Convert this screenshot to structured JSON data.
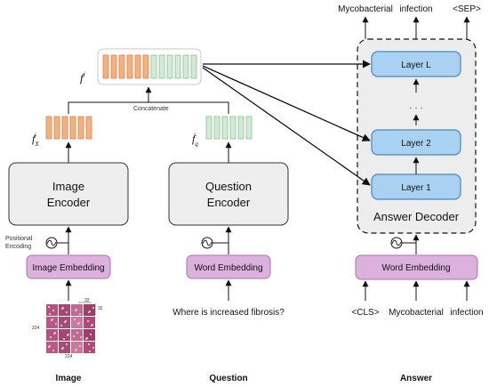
{
  "features": {
    "fused": "f",
    "fused_sup": "i",
    "image_feat": "f",
    "image_sub": "X",
    "image_sup": "i",
    "question_feat": "f",
    "question_sub": "q",
    "question_sup": "i",
    "concatenate": "Concatenate"
  },
  "image_branch": {
    "encoder_line1": "Image",
    "encoder_line2": "Encoder",
    "positional_line1": "Positional",
    "positional_line2": "Encoding",
    "embedding": "Image Embedding",
    "patch_size": "32",
    "patch_size_v": "32",
    "img_height": "224",
    "img_width": "224",
    "section": "Image"
  },
  "question_branch": {
    "encoder_line1": "Question",
    "encoder_line2": "Encoder",
    "embedding": "Word Embedding",
    "input": "Where is increased fibrosis?",
    "section": "Question"
  },
  "answer_branch": {
    "layers": [
      "Layer L",
      "Layer 2",
      "Layer 1"
    ],
    "dots": "· · ·",
    "decoder_label": "Answer Decoder",
    "embedding": "Word Embedding",
    "inputs": [
      "<CLS>",
      "Mycobacterial",
      "infection"
    ],
    "outputs": [
      "Mycobacterial",
      "infection",
      "<SEP>"
    ],
    "section": "Answer"
  },
  "colors": {
    "orange": "#f3b181",
    "orange_stroke": "#d9864a",
    "green": "#d3ead5",
    "green_stroke": "#8fbf94",
    "encoder_fill": "#eeeeee",
    "embedding_fill": "#dcb1de",
    "embedding_stroke": "#a874ab",
    "layer_fill": "#a8d1f2",
    "layer_stroke": "#4f86b8",
    "decoder_bg": "#ededed"
  }
}
